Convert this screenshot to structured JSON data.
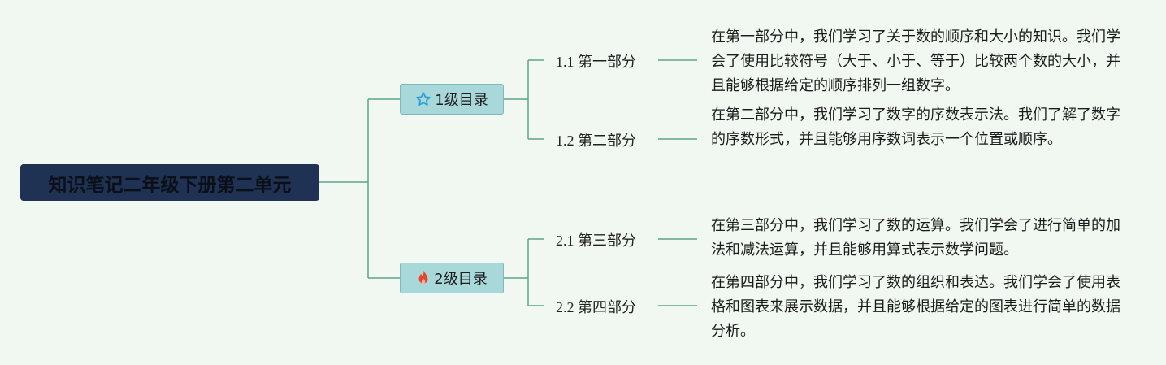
{
  "root": {
    "title": "知识笔记二年级下册第二单元"
  },
  "branches": [
    {
      "label": "1级目录",
      "icon": "star-outline-icon",
      "topics": [
        {
          "label": "1.1 第一部分",
          "note": "在第一部分中，我们学习了关于数的顺序和大小的知识。我们学会了使用比较符号（大于、小于、等于）比较两个数的大小，并且能够根据给定的顺序排列一组数字。"
        },
        {
          "label": "1.2 第二部分",
          "note": "在第二部分中，我们学习了数字的序数表示法。我们了解了数字的序数形式，并且能够用序数词表示一个位置或顺序。"
        }
      ]
    },
    {
      "label": "2级目录",
      "icon": "fire-icon",
      "topics": [
        {
          "label": "2.1 第三部分",
          "note": "在第三部分中，我们学习了数的运算。我们学会了进行简单的加法和减法运算，并且能够用算式表示数学问题。"
        },
        {
          "label": "2.2 第四部分",
          "note": "在第四部分中，我们学习了数的组织和表达。我们学会了使用表格和图表来展示数据，并且能够根据给定的图表进行简单的数据分析。"
        }
      ]
    }
  ],
  "colors": {
    "background": "#f1f8f1",
    "root_fill": "#1f3254",
    "branch_fill": "#a9d8db",
    "connector": "#5fa390",
    "star_icon": "#2a9fd8",
    "fire_icon": "#e8452c"
  }
}
